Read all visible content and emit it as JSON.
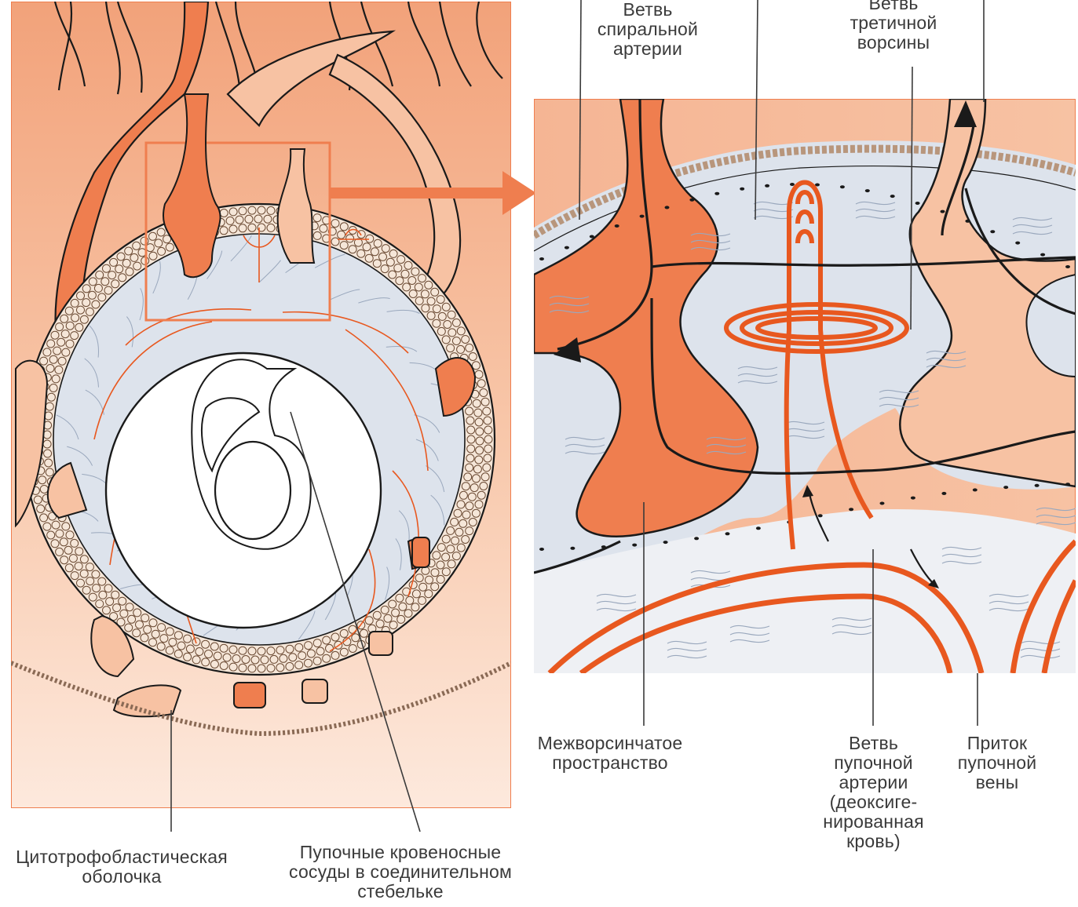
{
  "diagram": {
    "labels": {
      "spiral_artery_branch": "Ветвь\nспиральной\nартерии",
      "tertiary_villus_branch": "Ветвь\nтретичной\nворсины",
      "intervillous_space": "Межворсинчатое\nпространство",
      "umbilical_artery_branch": "Ветвь\nпупочной\nартерии\n(деоксиге-\nнированная\nкровь)",
      "umbilical_vein_tributary": "Приток\nпупочной\nвены",
      "cytotrophoblastic_shell": "Цитотрофобластическая\nоболочка",
      "umbilical_vessels_stalk": "Пупочные кровеносные\nсосуды в соединительном\nстебельке"
    },
    "colors": {
      "maternal_tissue": "#f3a57c",
      "maternal_light": "#f8c7aa",
      "vessel_orange": "#ef7e4f",
      "fetal_artery": "#e8581f",
      "mesenchyme": "#dde3ec",
      "cell_fill": "#f5e6d8",
      "outline": "#1a1a1a",
      "white": "#ffffff"
    }
  }
}
